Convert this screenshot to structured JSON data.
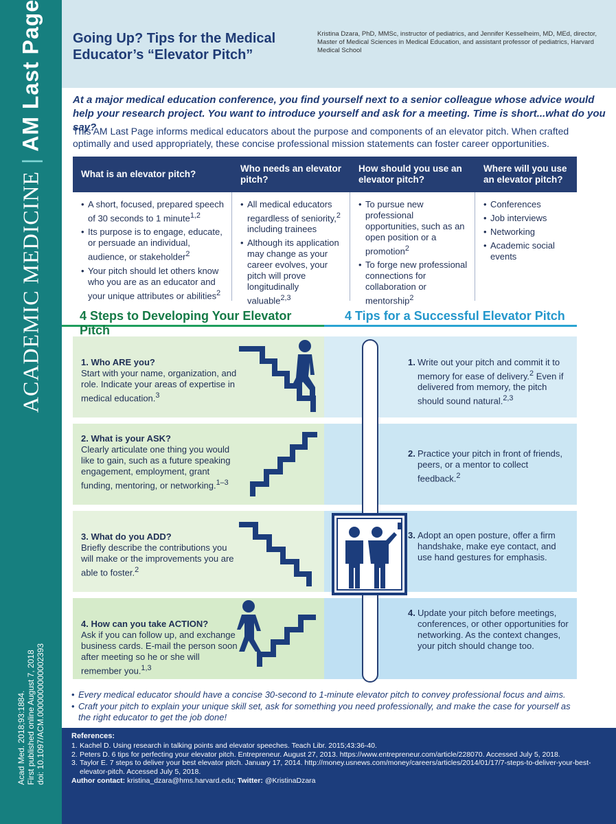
{
  "sidebar": {
    "journal": "ACADEMIC MEDICINE",
    "separator": "|",
    "section": "AM Last Page",
    "citation": [
      "Acad Med. 2018;93:1884.",
      "First published online August 7, 2018",
      "doi: 10.1097/ACM.0000000000002393"
    ]
  },
  "header": {
    "title": "Going Up? Tips for the Medical Educator’s “Elevator Pitch”",
    "authors": "Kristina Dzara, PhD, MMSc, instructor of pediatrics, and Jennifer Kesselheim, MD, MEd, director, Master of Medical Sciences in Medical Education, and assistant professor of pediatrics, Harvard Medical School"
  },
  "intro": {
    "question": "At a major medical education conference, you find yourself next to a senior colleague whose advice would help your research project. You want to introduce yourself and ask for a meeting. Time is short...what do you say?",
    "text": "This AM Last Page informs medical educators about the purpose and components of an elevator pitch. When crafted optimally and used appropriately, these concise professional mission statements can foster career opportunities."
  },
  "table": {
    "columns": [
      {
        "header": "What is an elevator pitch?",
        "items": [
          {
            "text": "A short, focused, prepared speech of 30 seconds to 1 minute",
            "sup": "1,2"
          },
          {
            "text": "Its purpose is to engage, educate, or persuade an individual, audience, or stakeholder",
            "sup": "2"
          },
          {
            "text": "Your pitch should let others know who you are as an educator and your unique attributes or abilities",
            "sup": "2"
          }
        ]
      },
      {
        "header": "Who needs an elevator pitch?",
        "items": [
          {
            "text": "All medical educators regardless of seniority,",
            "sup": "2",
            "tail": " including trainees"
          },
          {
            "text": "Although its application may change as your career evolves, your pitch will prove longitudinally valuable",
            "sup": "2,3"
          }
        ]
      },
      {
        "header": "How should you use an elevator pitch?",
        "items": [
          {
            "text": "To pursue new professional opportunities, such as an open position or a promotion",
            "sup": "2"
          },
          {
            "text": "To forge new professional connections for collaboration or mentorship",
            "sup": "2"
          }
        ]
      },
      {
        "header": "Where will you use an elevator pitch?",
        "items": [
          {
            "text": "Conferences",
            "sup": ""
          },
          {
            "text": "Job interviews",
            "sup": ""
          },
          {
            "text": "Networking",
            "sup": ""
          },
          {
            "text": "Academic social events",
            "sup": ""
          }
        ]
      }
    ]
  },
  "steps": {
    "heading": "4 Steps to Developing Your Elevator Pitch",
    "items": [
      {
        "title": "1. Who ARE you?",
        "text": "Start with your name, organization, and role. Indicate your areas of expertise in medical education.",
        "sup": "3"
      },
      {
        "title": "2. What is your ASK?",
        "text": "Clearly articulate one thing you would like to gain, such as a future speaking engagement, employment, grant funding, mentoring, or networking.",
        "sup": "1–3"
      },
      {
        "title": "3. What do you ADD?",
        "text": "Briefly describe the contributions you will make or the improvements you are able to foster.",
        "sup": "2"
      },
      {
        "title": "4. How can you take ACTION?",
        "text": "Ask if you can follow up, and exchange business cards. E-mail the person soon after meeting so he or she will remember you.",
        "sup": "1,3"
      }
    ]
  },
  "tips": {
    "heading": "4 Tips for a Successful Elevator Pitch",
    "items": [
      {
        "num": "1.",
        "text": "Write out your pitch and commit it to memory for ease of delivery.",
        "sup": "2",
        "tail": " Even if delivered from memory, the pitch should sound natural.",
        "sup2": "2,3"
      },
      {
        "num": "2.",
        "text": "Practice your pitch in front of friends, peers, or a mentor to collect feedback.",
        "sup": "2"
      },
      {
        "num": "3.",
        "text": "Adopt an open posture, offer a firm handshake, make eye contact, and use hand gestures for emphasis.",
        "sup": ""
      },
      {
        "num": "4.",
        "text": "Update your pitch before meetings, conferences, or other opportunities for networking. As the context changes, your pitch should change too.",
        "sup": ""
      }
    ]
  },
  "summary": [
    "Every medical educator should have a concise 30-second to 1-minute elevator pitch to convey professional focus and aims.",
    "Craft your pitch to explain your unique skill set, ask for something you need professionally, and make the case for yourself as the right educator to get the job done!"
  ],
  "references": {
    "heading": "References:",
    "items": [
      {
        "n": "1.",
        "text": "Kachel D. Using research in talking points and elevator speeches. Teach Libr. 2015;43:36-40."
      },
      {
        "n": "2.",
        "text": "Peters D. 6 tips for perfecting your elevator pitch. Entrepreneur. August 27, 2013. https://www.entrepreneur.com/article/228070. Accessed July 5, 2018."
      },
      {
        "n": "3.",
        "text": "Taylor E. 7 steps to deliver your best elevator pitch. January 17, 2014. http://money.usnews.com/money/careers/articles/2014/01/17/7-steps-to-deliver-your-best-elevator-pitch. Accessed July 5, 2018."
      }
    ],
    "contact_label": "Author contact:",
    "contact_email": "kristina_dzara@hms.harvard.edu;",
    "twitter_label": "Twitter:",
    "twitter_handle": "@KristinaDzara"
  },
  "colors": {
    "sidebar": "#167f7f",
    "navy": "#253e73",
    "green_accent": "#157a46",
    "blue_accent": "#2497cc",
    "footer": "#1c3d7c"
  }
}
